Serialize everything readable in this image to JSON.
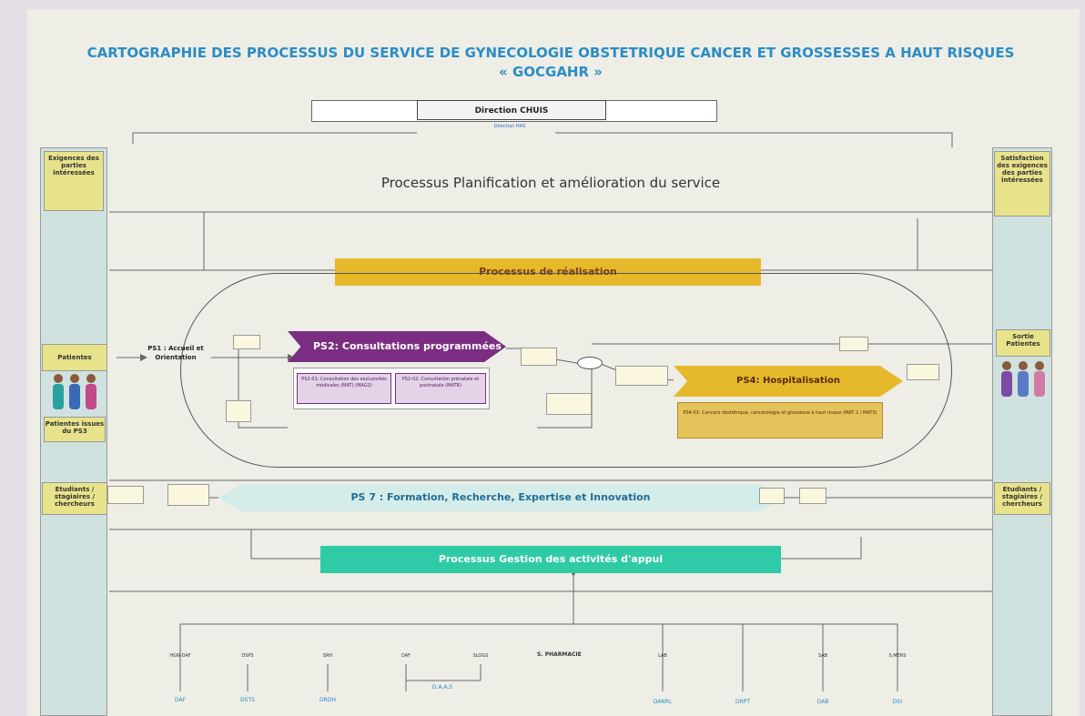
{
  "title": {
    "line1": "CARTOGRAPHIE DES PROCESSUS DU SERVICE DE GYNECOLOGIE OBSTETRIQUE CANCER ET GROSSESSES A HAUT RISQUES",
    "line2": "« GOCGAHR »"
  },
  "direction": {
    "label": "Direction CHUIS",
    "sub": "Direction HAS"
  },
  "left_column": {
    "header": "Exigences des parties intéressées",
    "patients": "Patientes",
    "patients_ps3": "Patientes issues du PS3",
    "students": "Etudiants / stagiaires / chercheurs"
  },
  "right_column": {
    "header": "Satisfaction des exigences des parties intéressées",
    "exit": "Sortie Patientes",
    "students": "Etudiants / stagiaires / chercheurs"
  },
  "bands": {
    "planning": "Processus Planification et amélioration du service",
    "realisation": "Processus de réalisation",
    "gestion": "Processus Gestion des activités d'appui"
  },
  "processes": {
    "ps1": "PS1 : Accueil et Orientation",
    "ps2": "PS2: Consultations programmées",
    "ps2_01": "PS2-01: Consultation des exclusivités médicales (MAT) (MAG2)",
    "ps2_02": "PS2-02: Consultation prénatale et postnatale (MATR)",
    "ps4": "PS4: Hospitalisation",
    "ps4_01": "PS4-01: Cancers obstétrique, cancérologie et grossesse à haut risque (MAT 2 / MAT3)",
    "ps7": "PS 7 : Formation, Recherche, Expertise et Innovation"
  },
  "supports": [
    {
      "label": "HGN-DAF",
      "bottom": "DAF"
    },
    {
      "label": "DSPS",
      "bottom": "DSTS"
    },
    {
      "label": "SRH",
      "bottom": "DRDH"
    },
    {
      "label": "DAF",
      "bottom": "D.A.A.S"
    },
    {
      "label": "SLOGS",
      "bottom": ""
    },
    {
      "label": "S. PHARMACIE",
      "bottom": ""
    },
    {
      "label": "LAB",
      "bottom": "DANRL"
    },
    {
      "label": "",
      "bottom": "DRPT"
    },
    {
      "label": "SAB",
      "bottom": "DAB"
    },
    {
      "label": "S.MERS",
      "bottom": "DSI"
    }
  ]
}
